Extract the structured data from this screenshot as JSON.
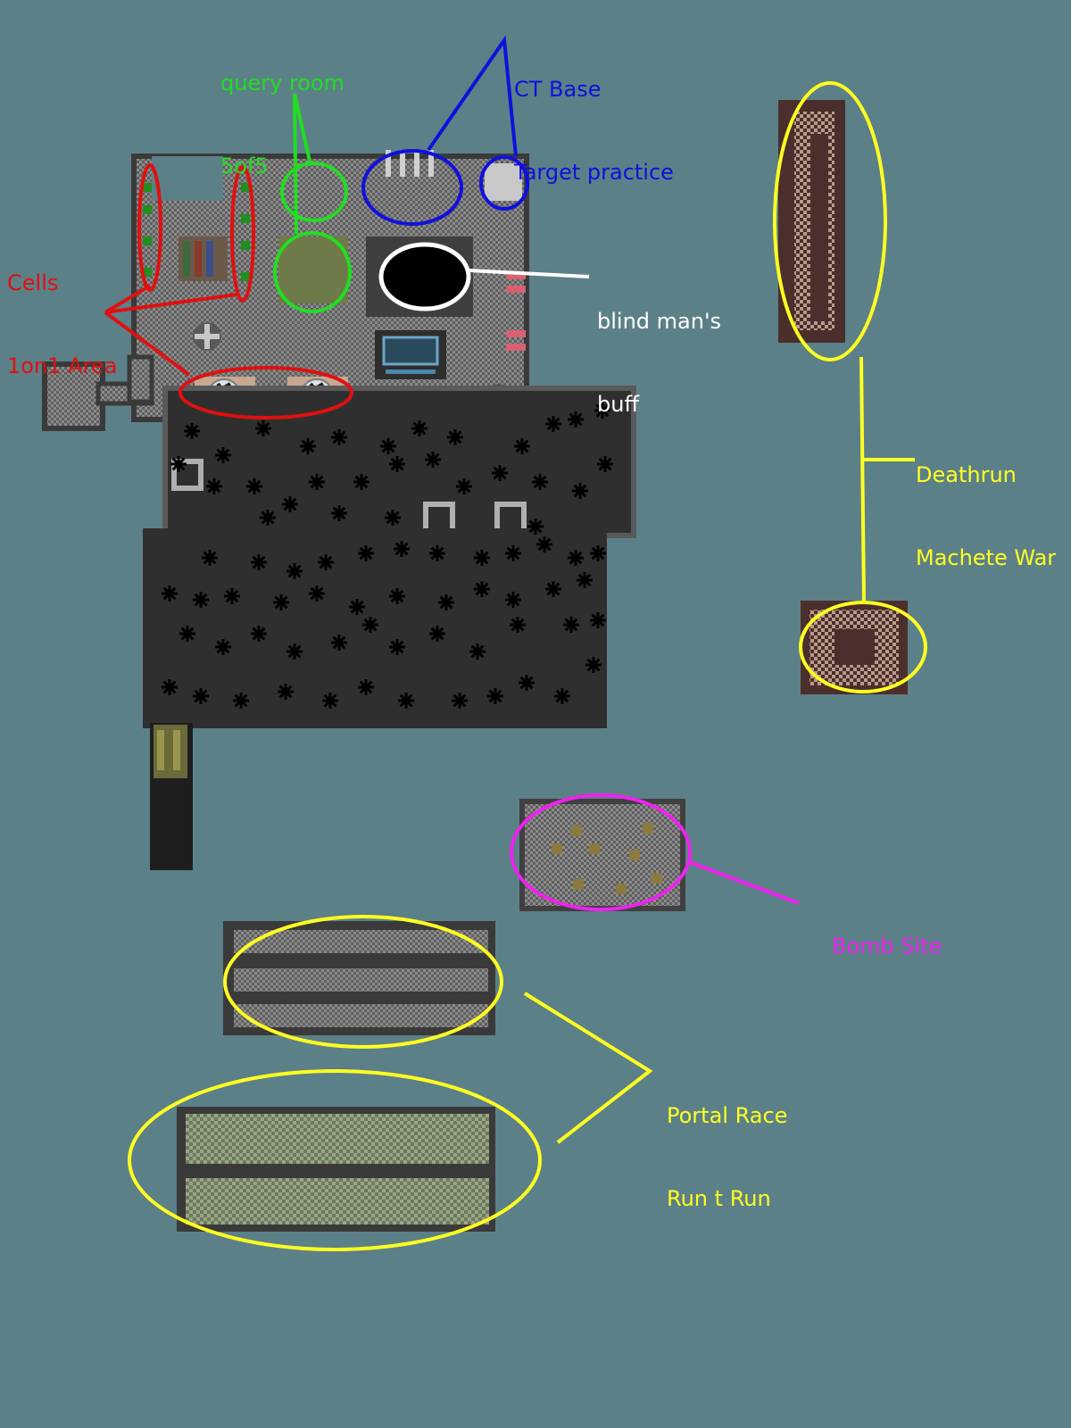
{
  "labels": {
    "query_room": {
      "line1": "query room",
      "line2": "5of5",
      "color": "#22dd22"
    },
    "ct_base": {
      "line1": "CT Base",
      "line2": "Target practice",
      "color": "#1010dd"
    },
    "cells": {
      "line1": "Cells",
      "line2": "1on1 Area",
      "color": "#e01010"
    },
    "blind_mans_buff": {
      "line1": "blind man's",
      "line2": "buff",
      "color": "#ffffff"
    },
    "deathrun": {
      "line1": "Deathrun",
      "line2": "Machete War",
      "color": "#ffff22"
    },
    "bomb_site": {
      "line1": "Bomb Site",
      "color": "#ee22ee"
    },
    "portal_race": {
      "line1": "Portal Race",
      "line2": "Run t Run",
      "color": "#ffff22"
    }
  },
  "colors": {
    "background": "#5c8088",
    "floor_checker": "#7a7a7a",
    "dark_floor": "#2f2f2f",
    "machete_area": "#4a2f2c"
  }
}
